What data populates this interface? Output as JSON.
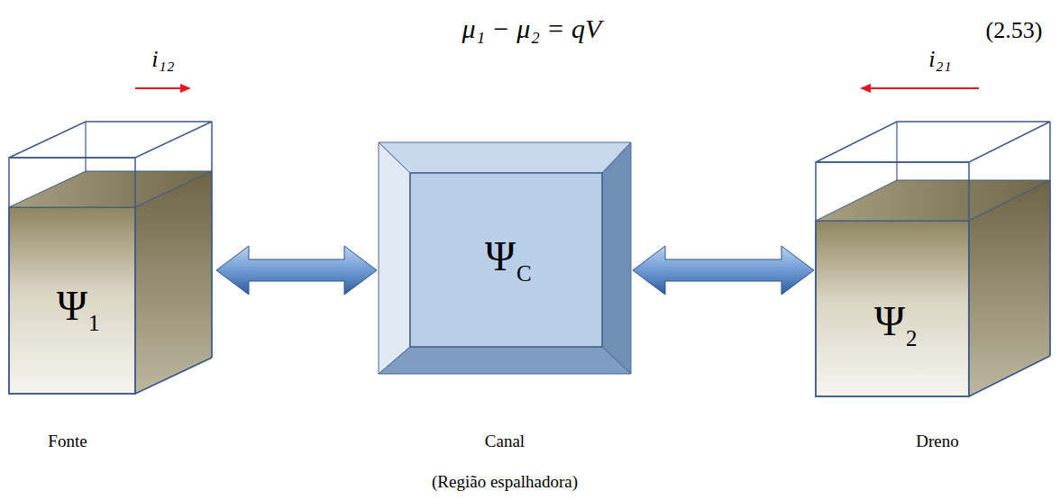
{
  "diagram": {
    "nodes": [
      {
        "text": [
          "Ψ",
          "1",
          "Fonte"
        ]
      },
      {
        "text": [
          "Ψ",
          "C",
          "Canal",
          "(Região espalhadora)"
        ]
      },
      {
        "text": [
          "Ψ",
          "2",
          "Dreno"
        ]
      }
    ],
    "edges": [
      {
        "from": 0,
        "to": 1,
        "arrow": "both"
      },
      {
        "from": 1,
        "to": 2,
        "arrow": "both"
      }
    ],
    "labels": [
      "μ₁ − μ₂ = qV",
      "(2.53)",
      "i₁₂",
      "i₂₁"
    ]
  }
}
